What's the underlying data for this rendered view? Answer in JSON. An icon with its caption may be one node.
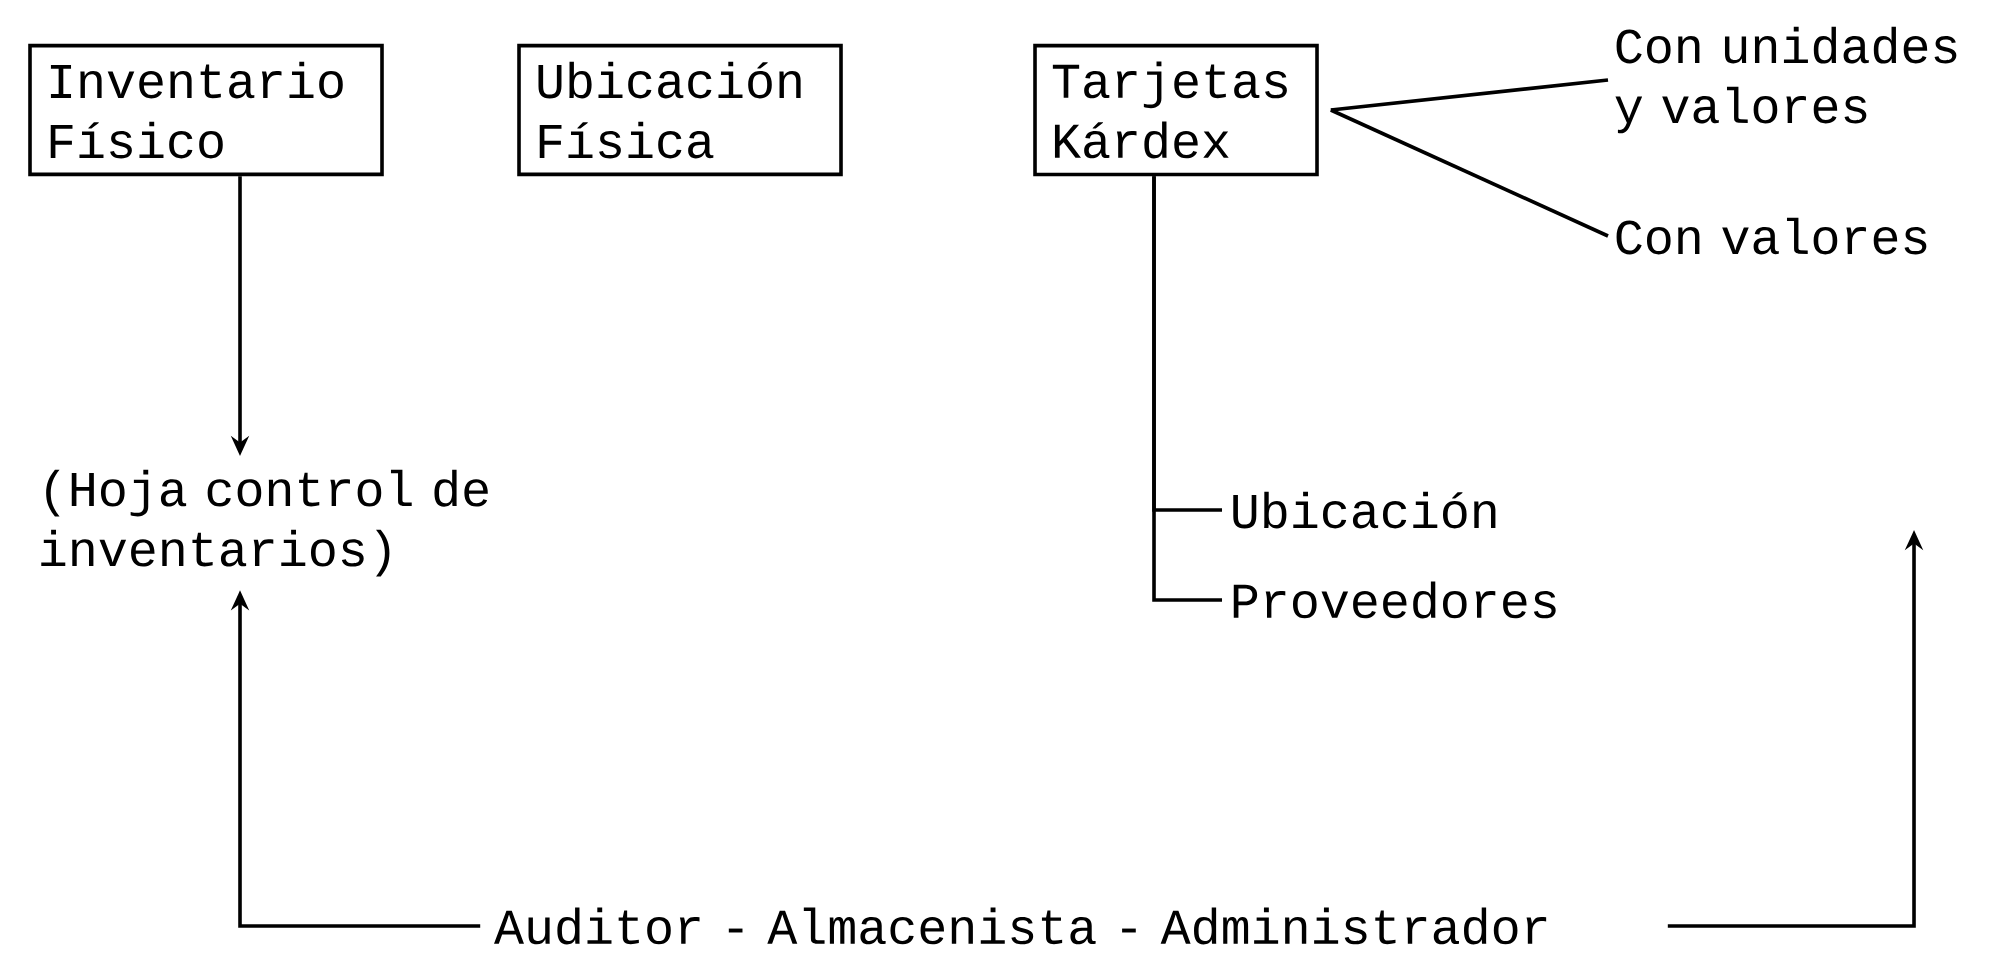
{
  "diagram": {
    "nodes": [
      {
        "text": [
          "Inventario Físico"
        ]
      },
      {
        "text": [
          "Ubicación Física"
        ]
      },
      {
        "text": [
          "Tarjetas Kárdex"
        ]
      },
      {
        "text": [
          "Con unidades y valores"
        ]
      },
      {
        "text": [
          "Con valores"
        ]
      },
      {
        "text": [
          "(Hoja control de inventarios)"
        ]
      },
      {
        "text": [
          "Ubicación"
        ]
      },
      {
        "text": [
          "Proveedores"
        ]
      },
      {
        "text": [
          "Auditor - Almacenista - Administrador"
        ]
      }
    ],
    "edges": [
      {
        "from": 0,
        "to": 5,
        "arrow": "to"
      },
      {
        "from": 2,
        "to": 3,
        "arrow": "none"
      },
      {
        "from": 2,
        "to": 4,
        "arrow": "none"
      },
      {
        "from": 2,
        "to": 6,
        "arrow": "none"
      },
      {
        "from": 2,
        "to": 7,
        "arrow": "none"
      },
      {
        "from": 8,
        "to": 5,
        "arrow": "to"
      },
      {
        "from": 8,
        "to": null,
        "arrow": "to"
      }
    ]
  }
}
